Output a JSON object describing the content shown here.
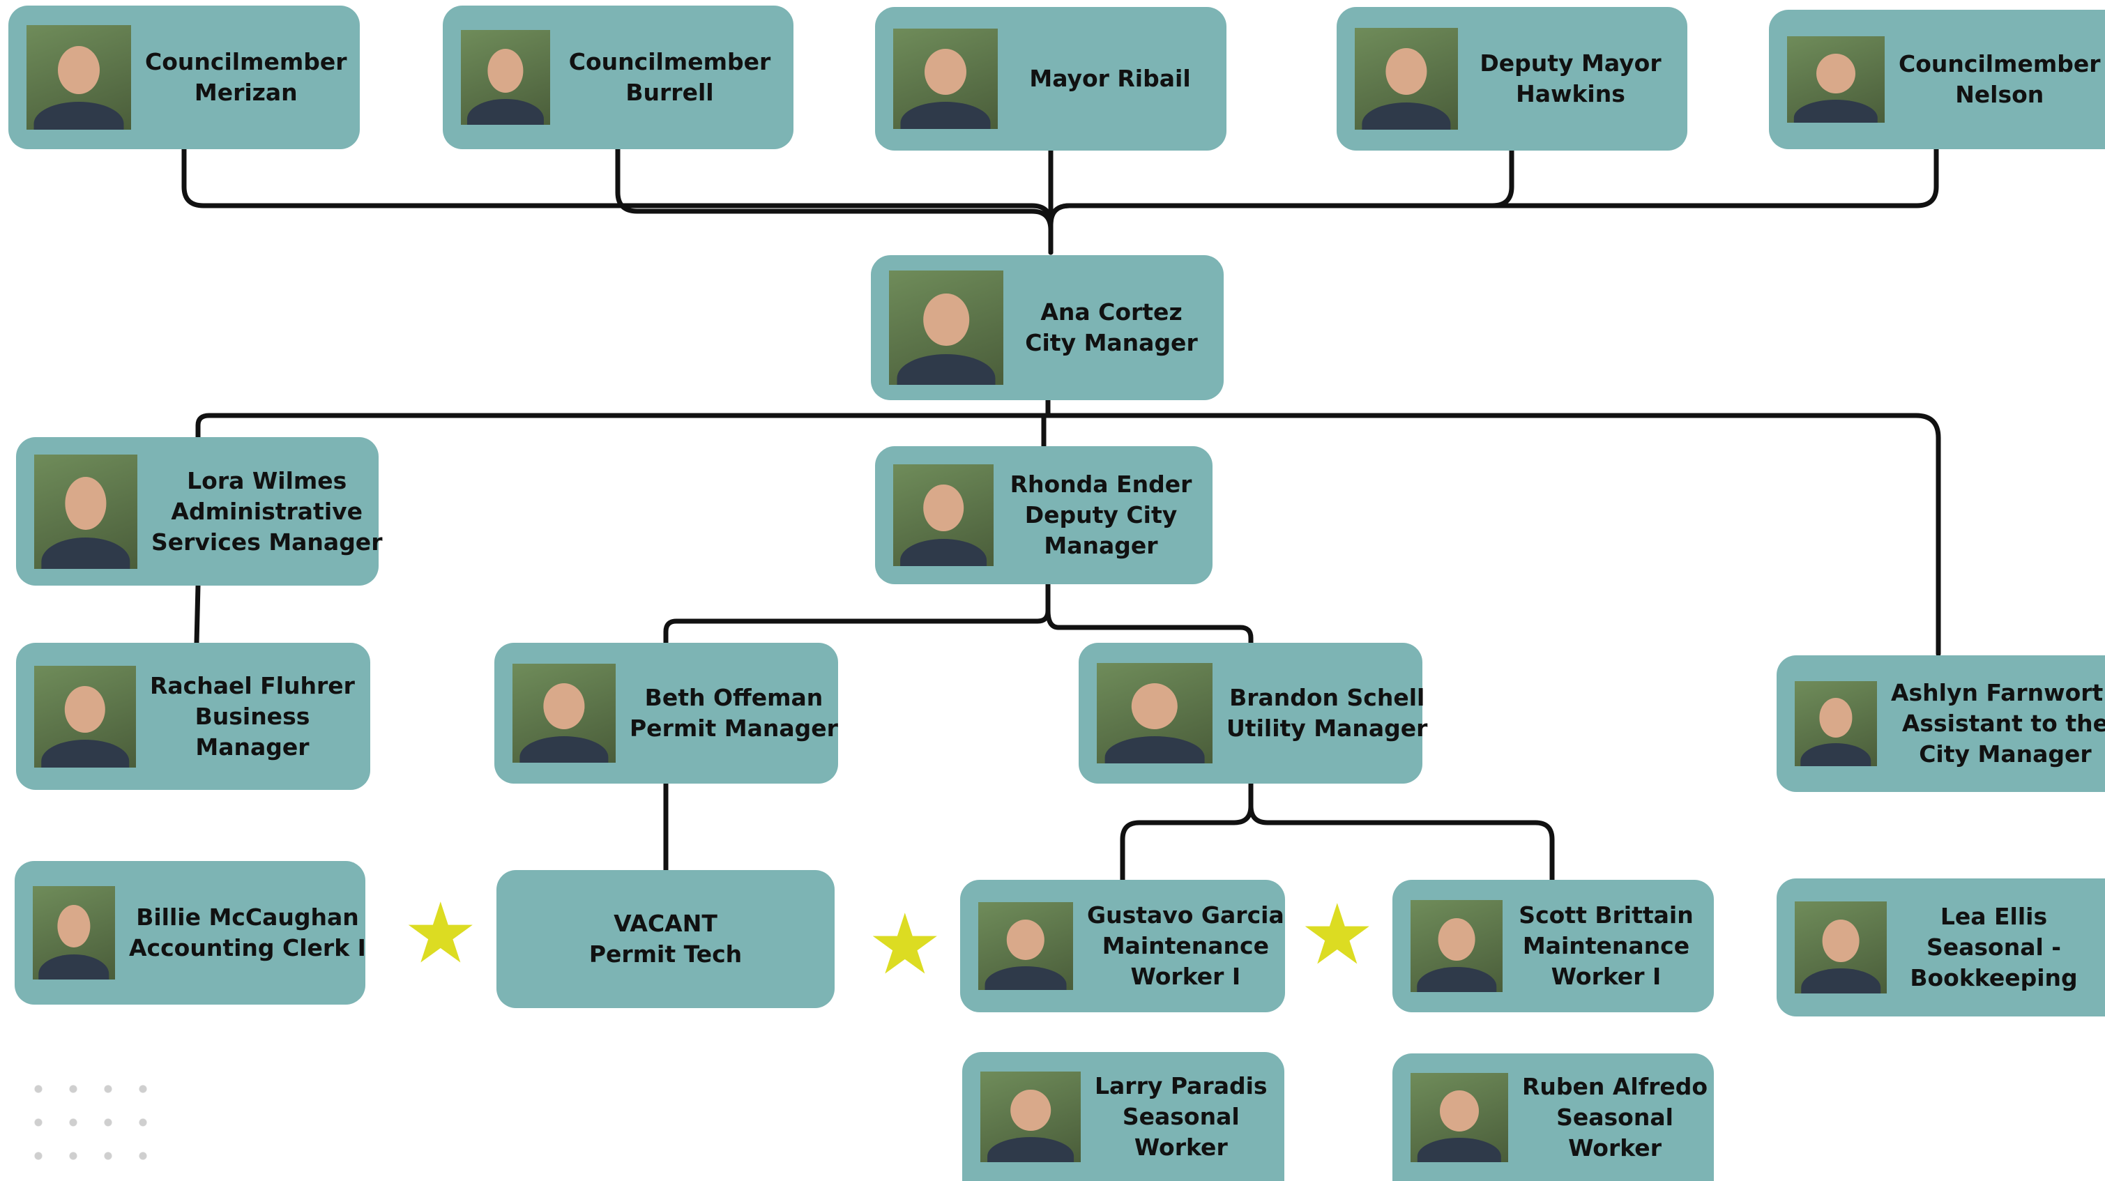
{
  "council": {
    "merizan": {
      "line1": "Councilmember",
      "line2": "Merizan"
    },
    "burrell": {
      "line1": "Councilmember",
      "line2": "Burrell"
    },
    "mayor": {
      "line1": "Mayor Ribail"
    },
    "deputy_mayor": {
      "line1": "Deputy Mayor",
      "line2": "Hawkins"
    },
    "nelson": {
      "line1": "Councilmember",
      "line2": "Nelson"
    }
  },
  "city_manager": {
    "line1": "Ana Cortez",
    "line2": "City Manager"
  },
  "wilmes": {
    "line1": "Lora Wilmes",
    "line2": "Administrative",
    "line3": "Services Manager"
  },
  "ender": {
    "line1": "Rhonda Ender",
    "line2": "Deputy City",
    "line3": "Manager"
  },
  "fluhrer": {
    "line1": "Rachael Fluhrer",
    "line2": "Business",
    "line3": "Manager"
  },
  "offeman": {
    "line1": "Beth Offeman",
    "line2": "Permit Manager"
  },
  "schell": {
    "line1": "Brandon Schell",
    "line2": "Utility Manager"
  },
  "farnworth": {
    "line1": "Ashlyn Farnworth",
    "line2": "Assistant to the",
    "line3": "City Manager"
  },
  "mccaughan": {
    "line1": "Billie McCaughan",
    "line2": "Accounting Clerk I"
  },
  "vacant": {
    "line1": "VACANT",
    "line2": "Permit Tech"
  },
  "garcia": {
    "line1": "Gustavo Garcia",
    "line2": "Maintenance",
    "line3": "Worker I"
  },
  "brittain": {
    "line1": "Scott Brittain",
    "line2": "Maintenance",
    "line3": "Worker I"
  },
  "ellis": {
    "line1": "Lea Ellis",
    "line2": "Seasonal -",
    "line3": "Bookkeeping"
  },
  "paradis": {
    "line1": "Larry Paradis",
    "line2": "Seasonal",
    "line3": "Worker"
  },
  "alfredo": {
    "line1": "Ruben Alfredo",
    "line2": "Seasonal",
    "line3": "Worker"
  },
  "colors": {
    "card": "#7db4b4",
    "line": "#111111",
    "star": "#dcdc22",
    "text": "#111111"
  }
}
